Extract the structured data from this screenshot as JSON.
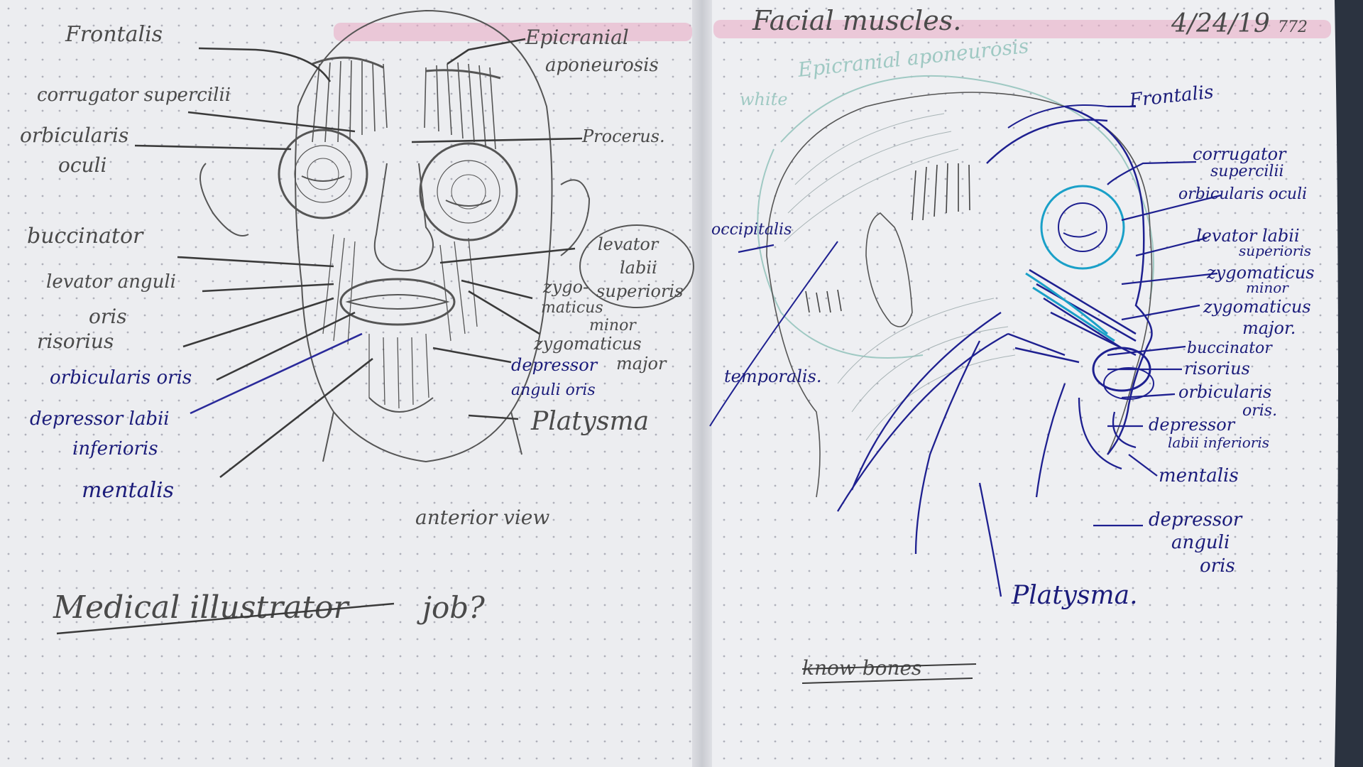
{
  "notebook": {
    "colors": {
      "paper": "#ecedf0",
      "paper_right": "#eeeff2",
      "dot": "#9a9ca8",
      "pencil": "#4a4a4a",
      "navy_pen": "#1b1c7a",
      "teal_pen": "#1aa0c8",
      "highlighter": "#e9a8c3",
      "background": "#3f4650"
    },
    "left_page": {
      "labels": {
        "frontalis": "Frontalis",
        "epicranial": "Epicranial",
        "aponeurosis": "aponeurosis",
        "corrugator": "corrugator supercilii",
        "orbicularis": "orbicularis",
        "oculi": "oculi",
        "procerus": "Procerus.",
        "buccinator": "buccinator",
        "levator_angli": "levator anguli",
        "oris": "oris",
        "risorius": "risorius",
        "orbicularis_oris": "orbicularis oris",
        "depressor_labii_1": "depressor labii",
        "depressor_labii_2": "inferioris",
        "mentalis": "mentalis",
        "levator_labii_1": "levator",
        "levator_labii_2": "labii",
        "levator_labii_3": "superioris",
        "zygo_minor_1": "zygo-",
        "zygo_minor_2": "maticus",
        "zygo_minor_3": "minor",
        "zygo_major_1": "zygomaticus",
        "zygo_major_2": "major",
        "depressor_anguli_1": "depressor",
        "depressor_anguli_2": "anguli oris",
        "platysma": "Platysma",
        "view": "anterior view",
        "career_1": "Medical illustrator",
        "career_2": "job?"
      }
    },
    "right_page": {
      "title": "Facial muscles.",
      "date": "4/24/19",
      "date_suffix": "772",
      "labels": {
        "epicranial": "Epicranial aponeurosis",
        "white": "white",
        "frontalis": "Frontalis",
        "corrugator_1": "corrugator",
        "corrugator_2": "supercilii",
        "orbicularis_oculi": "orbicularis oculi",
        "levator_1": "levator labii",
        "levator_2": "superioris",
        "zygo_minor_1": "zygomaticus",
        "zygo_minor_2": "minor",
        "zygo_major_1": "zygomaticus",
        "zygo_major_2": "major.",
        "buccinator": "buccinator",
        "risorius": "risorius",
        "orbicularis_oris_1": "orbicularis",
        "orbicularis_oris_2": "oris.",
        "depressor_labii_1": "depressor",
        "depressor_labii_2": "labii inferioris",
        "mentalis": "mentalis",
        "depressor_anguli_1": "depressor",
        "depressor_anguli_2": "anguli",
        "depressor_anguli_3": "oris",
        "occipitalis": "occipitalis",
        "temporalis": "temporalis.",
        "platysma": "Platysma.",
        "know_bones": "know bones"
      }
    }
  }
}
